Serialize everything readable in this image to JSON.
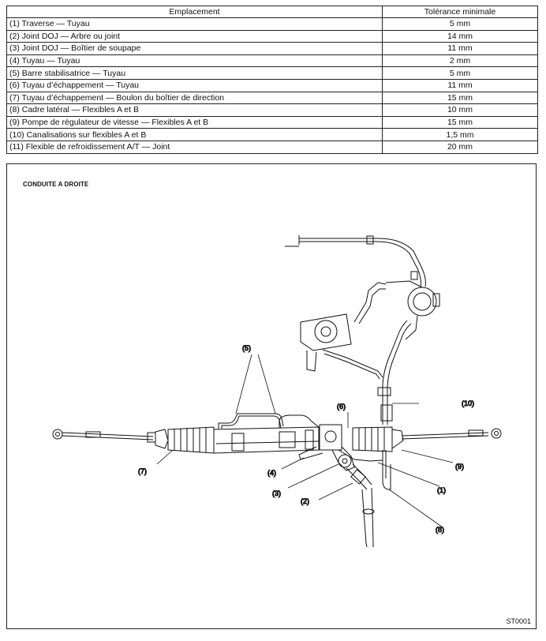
{
  "table": {
    "headers": {
      "location": "Emplacement",
      "tolerance": "Tolérance minimale"
    },
    "rows": [
      {
        "location": "(1) Traverse — Tuyau",
        "tolerance": "5 mm"
      },
      {
        "location": "(2) Joint DOJ — Arbre ou joint",
        "tolerance": "14 mm"
      },
      {
        "location": "(3) Joint DOJ — Boîtier de soupape",
        "tolerance": "11 mm"
      },
      {
        "location": "(4) Tuyau — Tuyau",
        "tolerance": "2 mm"
      },
      {
        "location": "(5) Barre stabilisatrice — Tuyau",
        "tolerance": "5 mm"
      },
      {
        "location": "(6) Tuyau d’échappement — Tuyau",
        "tolerance": "11 mm"
      },
      {
        "location": "(7) Tuyau d’échappement — Boulon du boîtier de direction",
        "tolerance": "15 mm"
      },
      {
        "location": "(8) Cadre latéral — Flexibles A et B",
        "tolerance": "10 mm"
      },
      {
        "location": "(9) Pompe de régulateur de vitesse — Flexibles A et B",
        "tolerance": "15 mm"
      },
      {
        "location": "(10) Canalisations sur flexibles A et B",
        "tolerance": "1,5 mm"
      },
      {
        "location": "(11) Flexible de refroidissement A/T — Joint",
        "tolerance": "20 mm"
      }
    ]
  },
  "figure": {
    "title": "CONDUITE A DROITE",
    "code": "ST0001",
    "callouts": [
      "(1)",
      "(2)",
      "(3)",
      "(4)",
      "(5)",
      "(6)",
      "(7)",
      "(8)",
      "(9)",
      "(10)"
    ]
  }
}
